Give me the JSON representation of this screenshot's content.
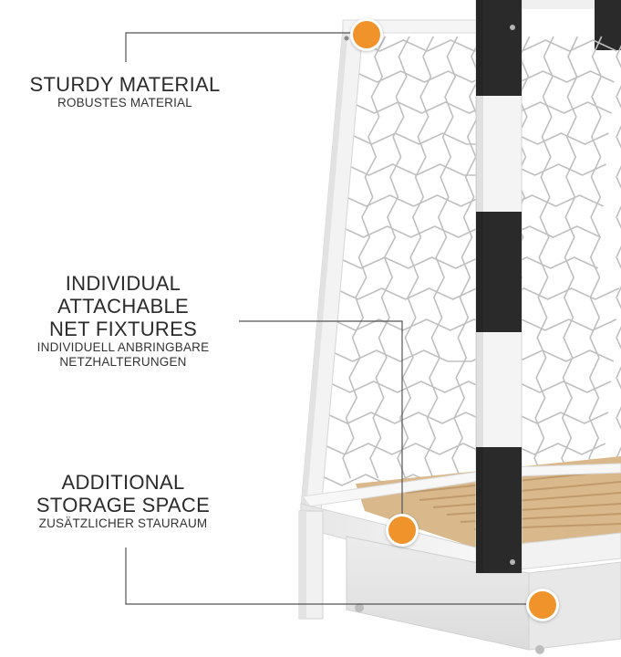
{
  "callouts": [
    {
      "title": "STURDY MATERIAL",
      "subtitle": "ROBUSTES MATERIAL"
    },
    {
      "title_line1": "INDIVIDUAL ATTACHABLE",
      "title_line2": "NET FIXTURES",
      "subtitle_line1": "INDIVIDUELL ANBRINGBARE",
      "subtitle_line2": "NETZHALTERUNGEN"
    },
    {
      "title_line1": "ADDITIONAL",
      "title_line2": "STORAGE SPACE",
      "subtitle": "ZUSÄTZLICHER STAURAUM"
    }
  ],
  "colors": {
    "marker": "#f0932b",
    "post_black": "#2a2a2a",
    "frame_white": "#f2f2f2",
    "slat_wood": "#d9b88c",
    "net": "#bdbdbd",
    "text": "#2b2b2b"
  }
}
